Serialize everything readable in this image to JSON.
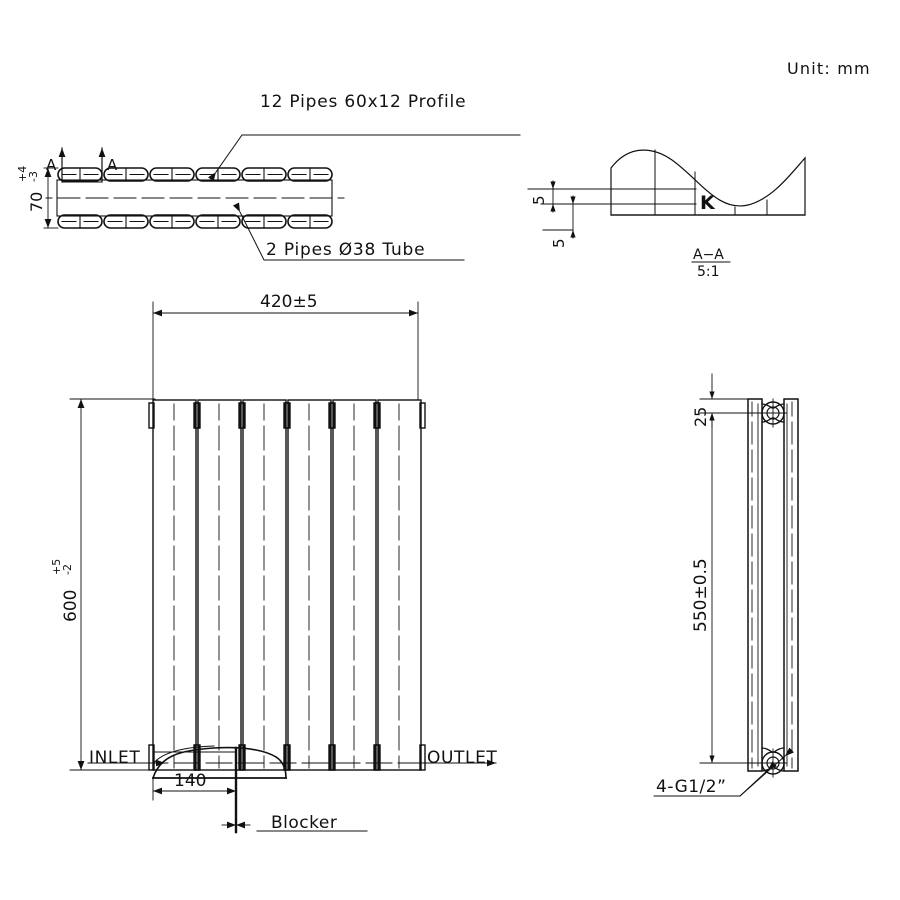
{
  "drawing": {
    "unit_note": "Unit: mm",
    "title_top_callout": "12 Pipes 60x12 Profile",
    "title_bottom_callout": "2 Pipes Ø38 Tube"
  },
  "top_view": {
    "name": "top-view",
    "depth_dim": {
      "value": "70",
      "tol_upper": "+4",
      "tol_lower": "-3"
    },
    "section_marks": [
      "A",
      "A"
    ],
    "pipe_groups": 6,
    "pipes_per_group": 2,
    "rows": 2
  },
  "section_aa": {
    "name": "section-a-a",
    "label": "A−A",
    "scale": "5:1",
    "callout": "K",
    "dim_upper": "5",
    "dim_lower": "5"
  },
  "front_view": {
    "name": "front-view",
    "width_dim": "420±5",
    "height_dim": {
      "value": "600",
      "tol_upper": "+5",
      "tol_lower": "-2"
    },
    "inlet_label": "INLET",
    "outlet_label": "OUTLET",
    "blocker_label": "Blocker",
    "blocker_offset_dim": "140",
    "columns": 6
  },
  "side_view": {
    "name": "side-view",
    "top_offset_dim": "25",
    "centre_dim": "550±0.5",
    "port_callout": "4-G1/2”",
    "ports": 2
  },
  "colors": {
    "line": "#111111",
    "background": "#ffffff"
  }
}
